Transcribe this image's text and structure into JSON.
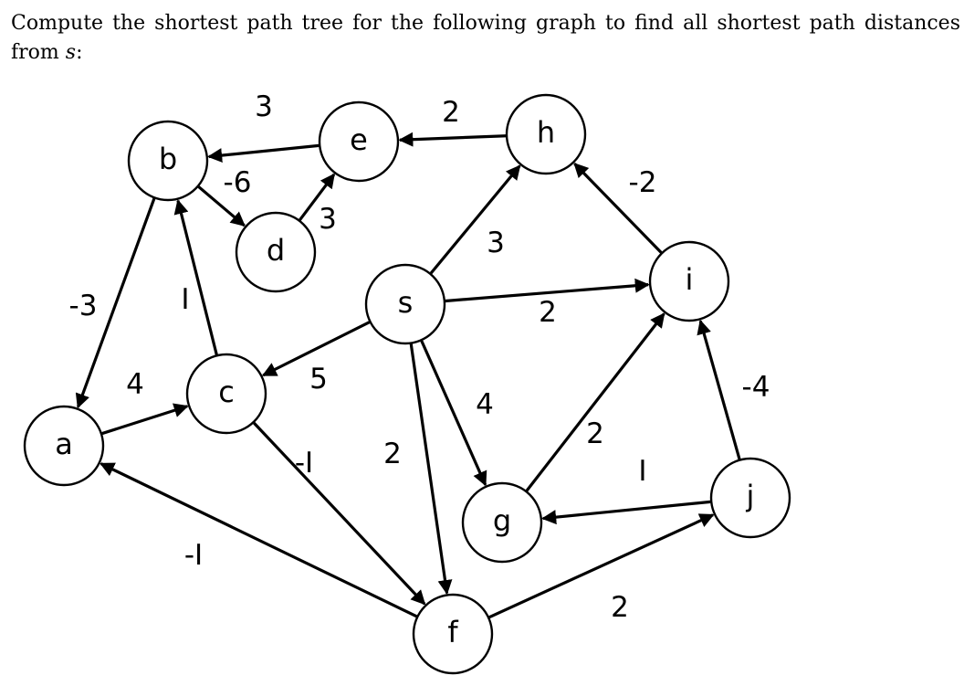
{
  "question": {
    "line1": "Compute the shortest path tree for the following graph to find all shortest path distances",
    "line2_prefix": "from ",
    "source_var": "s",
    "line2_suffix": ":"
  },
  "graph": {
    "nodes": [
      {
        "id": "b",
        "label": "b"
      },
      {
        "id": "e",
        "label": "e"
      },
      {
        "id": "h",
        "label": "h"
      },
      {
        "id": "d",
        "label": "d"
      },
      {
        "id": "s",
        "label": "s"
      },
      {
        "id": "i",
        "label": "i"
      },
      {
        "id": "a",
        "label": "a"
      },
      {
        "id": "c",
        "label": "c"
      },
      {
        "id": "g",
        "label": "g"
      },
      {
        "id": "j",
        "label": "j"
      },
      {
        "id": "f",
        "label": "f"
      }
    ],
    "edges": [
      {
        "from": "e",
        "to": "b",
        "weight": "3"
      },
      {
        "from": "h",
        "to": "e",
        "weight": "2"
      },
      {
        "from": "b",
        "to": "d",
        "weight": "-6"
      },
      {
        "from": "d",
        "to": "e",
        "weight": "3"
      },
      {
        "from": "i",
        "to": "h",
        "weight": "-2"
      },
      {
        "from": "s",
        "to": "h",
        "weight": "3"
      },
      {
        "from": "s",
        "to": "i",
        "weight": "2"
      },
      {
        "from": "b",
        "to": "a",
        "weight": "-3"
      },
      {
        "from": "c",
        "to": "b",
        "weight": "I"
      },
      {
        "from": "s",
        "to": "c",
        "weight": "5"
      },
      {
        "from": "a",
        "to": "c",
        "weight": "4"
      },
      {
        "from": "s",
        "to": "g",
        "weight": "4"
      },
      {
        "from": "g",
        "to": "i",
        "weight": "2"
      },
      {
        "from": "j",
        "to": "i",
        "weight": "-4"
      },
      {
        "from": "j",
        "to": "g",
        "weight": "I"
      },
      {
        "from": "c",
        "to": "f",
        "weight": "-I"
      },
      {
        "from": "s",
        "to": "f",
        "weight": "2"
      },
      {
        "from": "f",
        "to": "a",
        "weight": "-I"
      },
      {
        "from": "f",
        "to": "j",
        "weight": "2"
      }
    ]
  }
}
